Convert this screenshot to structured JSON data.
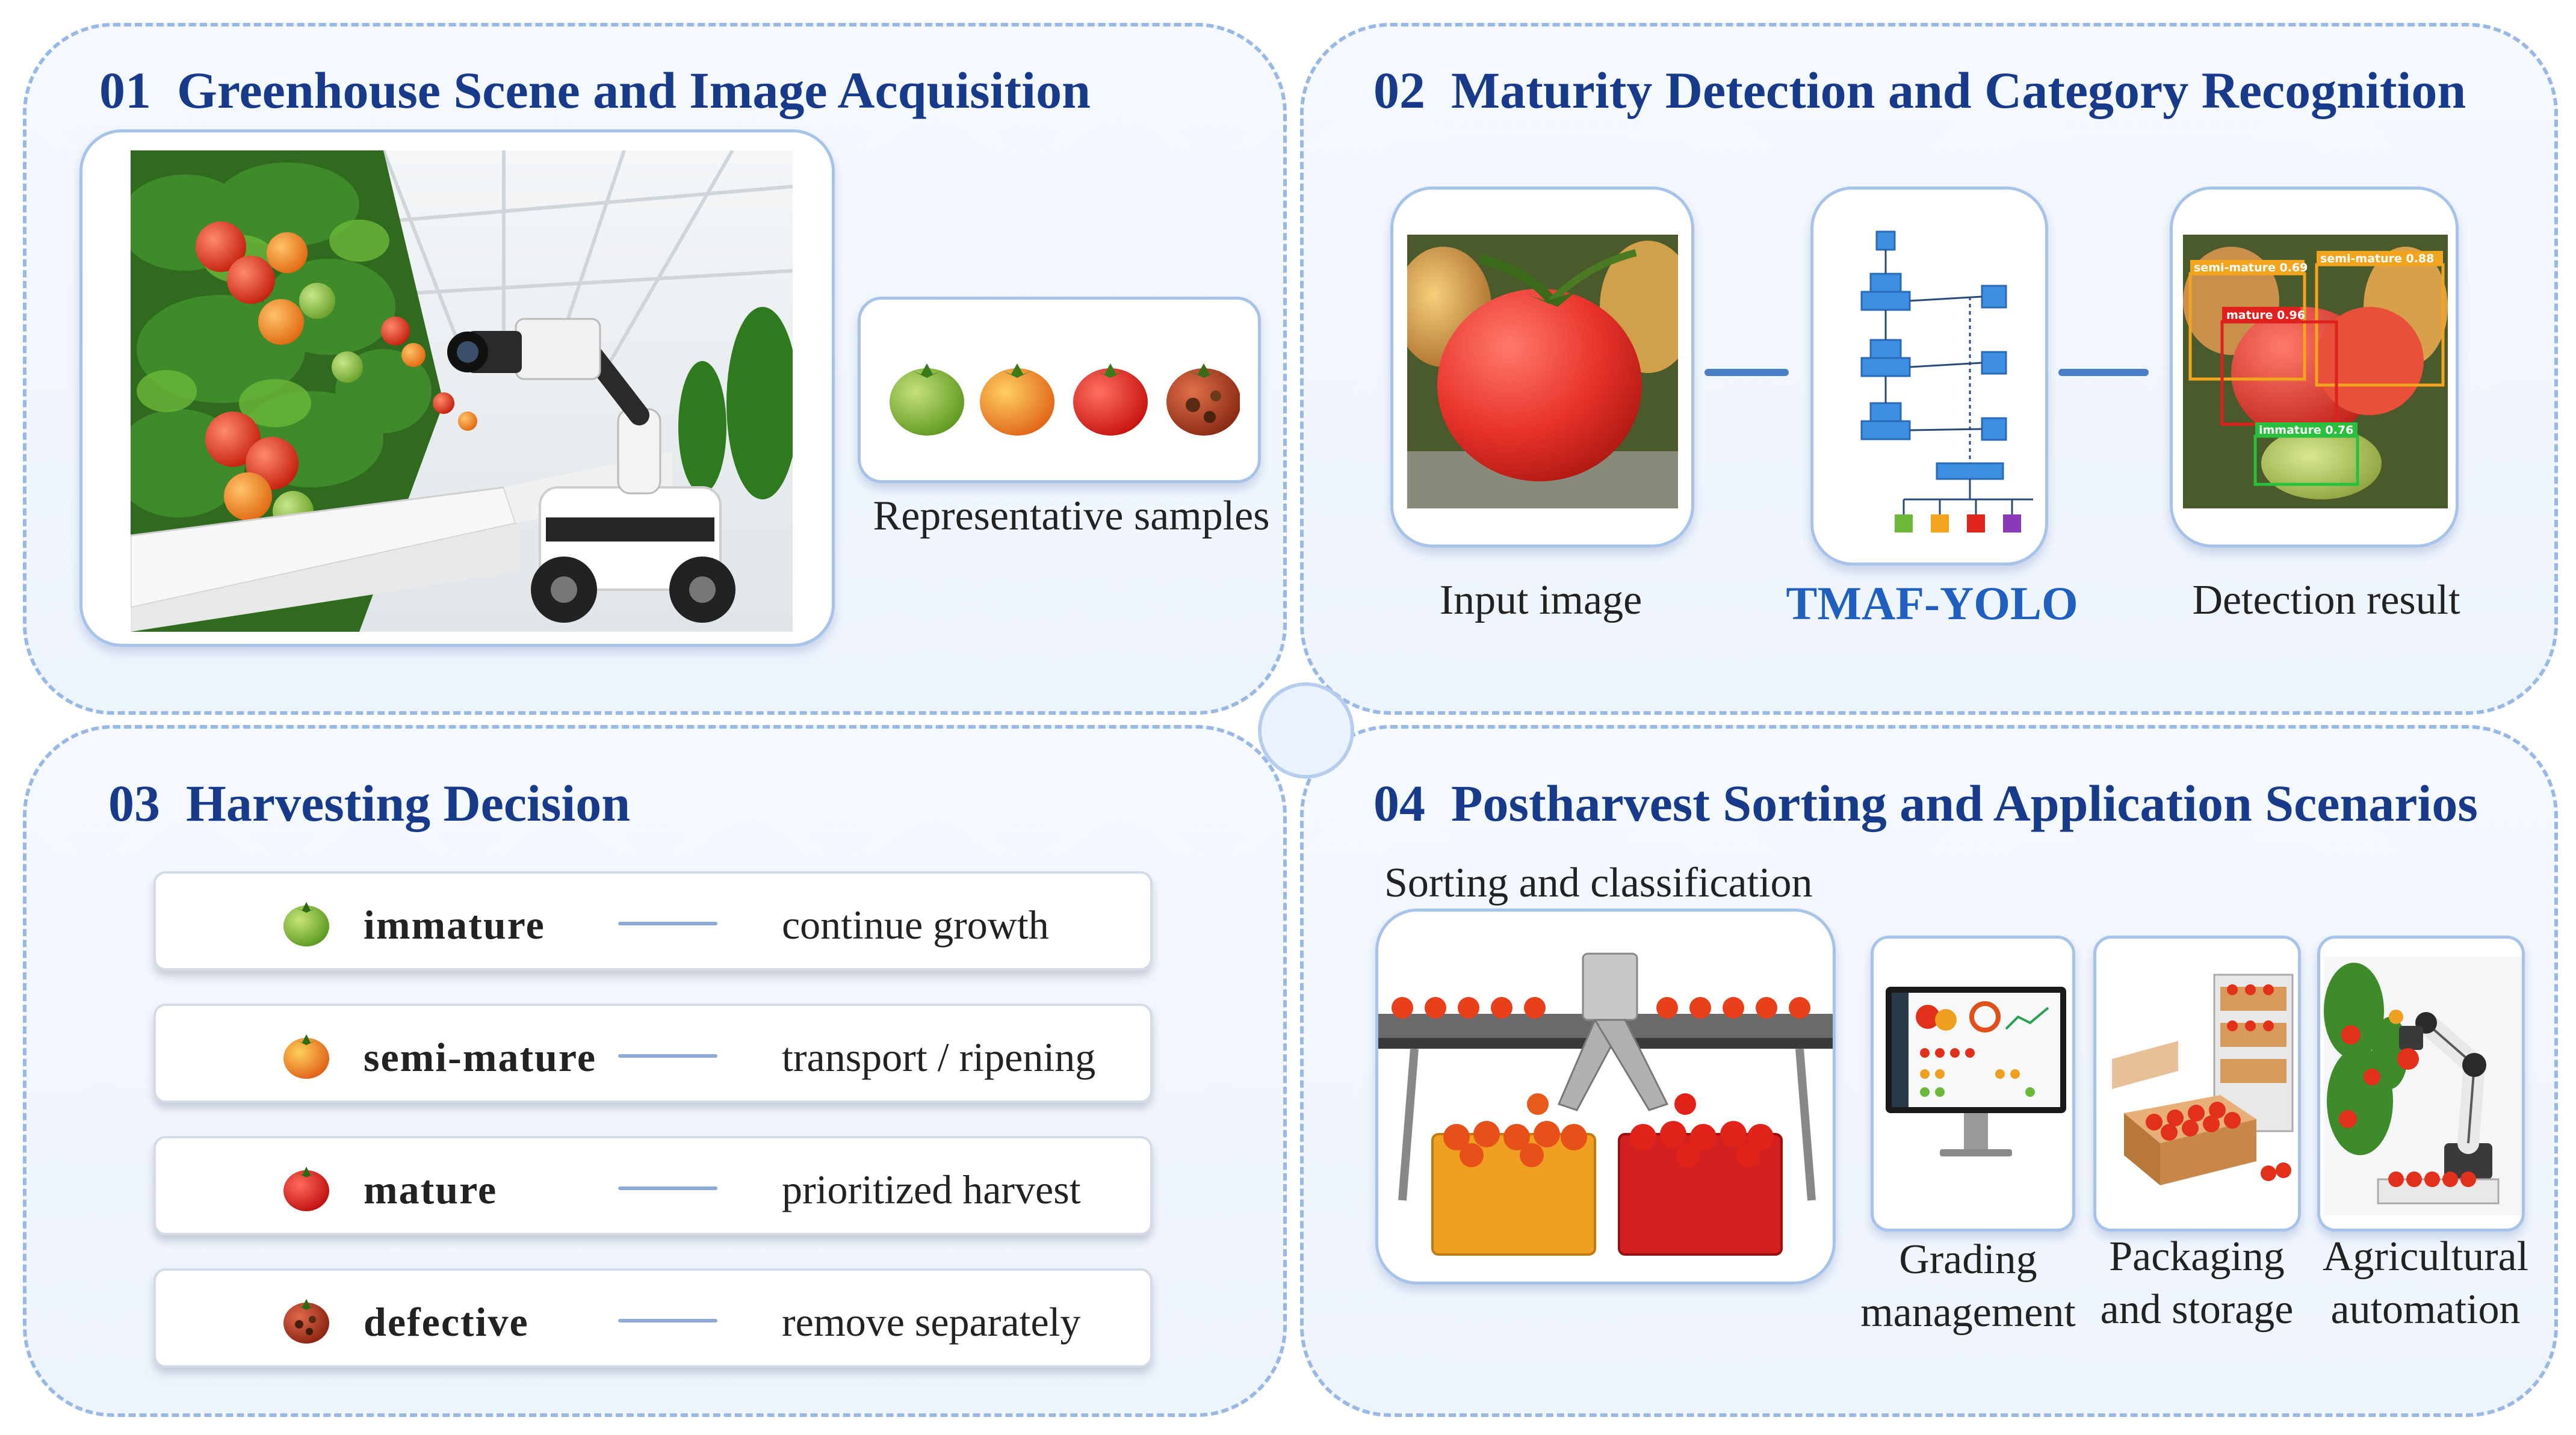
{
  "panels": [
    {
      "num": "01",
      "title": "Greenhouse Scene and Image Acquisition"
    },
    {
      "num": "02",
      "title": "Maturity Detection and Category Recognition"
    },
    {
      "num": "03",
      "title": "Harvesting Decision"
    },
    {
      "num": "04",
      "title": "Postharvest Sorting and Application Scenarios"
    }
  ],
  "panel1": {
    "samples_label": "Representative samples"
  },
  "panel2": {
    "input_label": "Input image",
    "model_label": "TMAF-YOLO",
    "result_label": "Detection result",
    "detections": [
      {
        "label": "semi-mature 0.69",
        "color": "#f2a41c"
      },
      {
        "label": "semi-mature 0.88",
        "color": "#f2a41c"
      },
      {
        "label": "mature 0.96",
        "color": "#e0201c"
      },
      {
        "label": "immature 0.76",
        "color": "#28c03c"
      }
    ]
  },
  "panel3": {
    "rows": [
      {
        "category": "immature",
        "action": "continue growth",
        "color": "#6fae2f"
      },
      {
        "category": "semi-mature",
        "action": "transport / ripening",
        "color": "#e9a023"
      },
      {
        "category": "mature",
        "action": "prioritized harvest",
        "color": "#e2281c"
      },
      {
        "category": "defective",
        "action": "remove separately",
        "color": "#b8442a"
      }
    ]
  },
  "panel4": {
    "sorting_label": "Sorting and classification",
    "apps": [
      {
        "line1": "Grading",
        "line2": "management"
      },
      {
        "line1": "Packaging",
        "line2": "and storage"
      },
      {
        "line1": "Agricultural",
        "line2": "automation"
      }
    ]
  },
  "colors": {
    "title": "#173a8a",
    "panel_border": "#9ab8e4",
    "model": "#1f5fc0",
    "network_block": "#3d8fe0"
  }
}
